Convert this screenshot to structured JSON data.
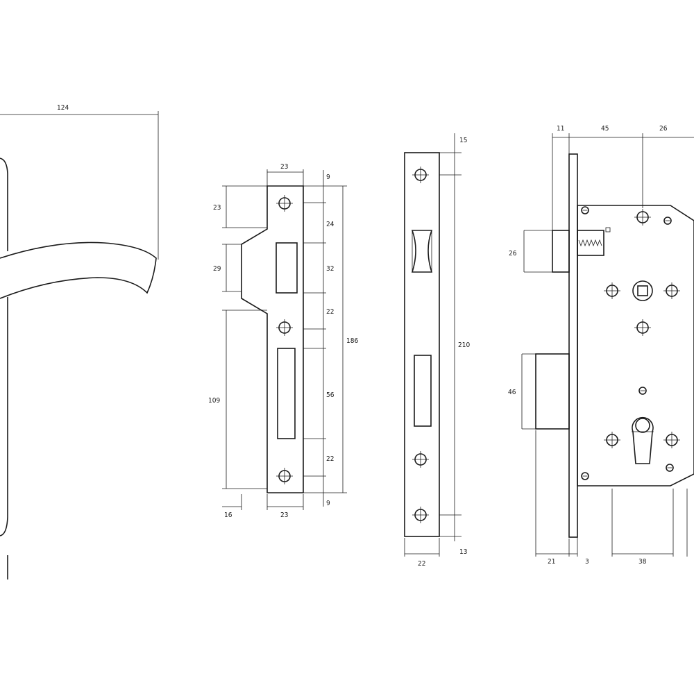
{
  "handle": {
    "width_label": "124"
  },
  "strike_plate": {
    "top_width": "23",
    "bottom_width": "23",
    "offset": "16",
    "left_dims": [
      "23",
      "29",
      "109"
    ],
    "right_dims": [
      "9",
      "24",
      "32",
      "22",
      "56",
      "22",
      "9"
    ],
    "total_height": "186"
  },
  "faceplate": {
    "top": "15",
    "height": "210",
    "bottom": "13",
    "width": "22"
  },
  "lock_body": {
    "top_dims": [
      "11",
      "45",
      "26"
    ],
    "latch_height": "26",
    "deadbolt_height": "46",
    "bottom_dims": [
      "21",
      "3",
      "38"
    ]
  }
}
